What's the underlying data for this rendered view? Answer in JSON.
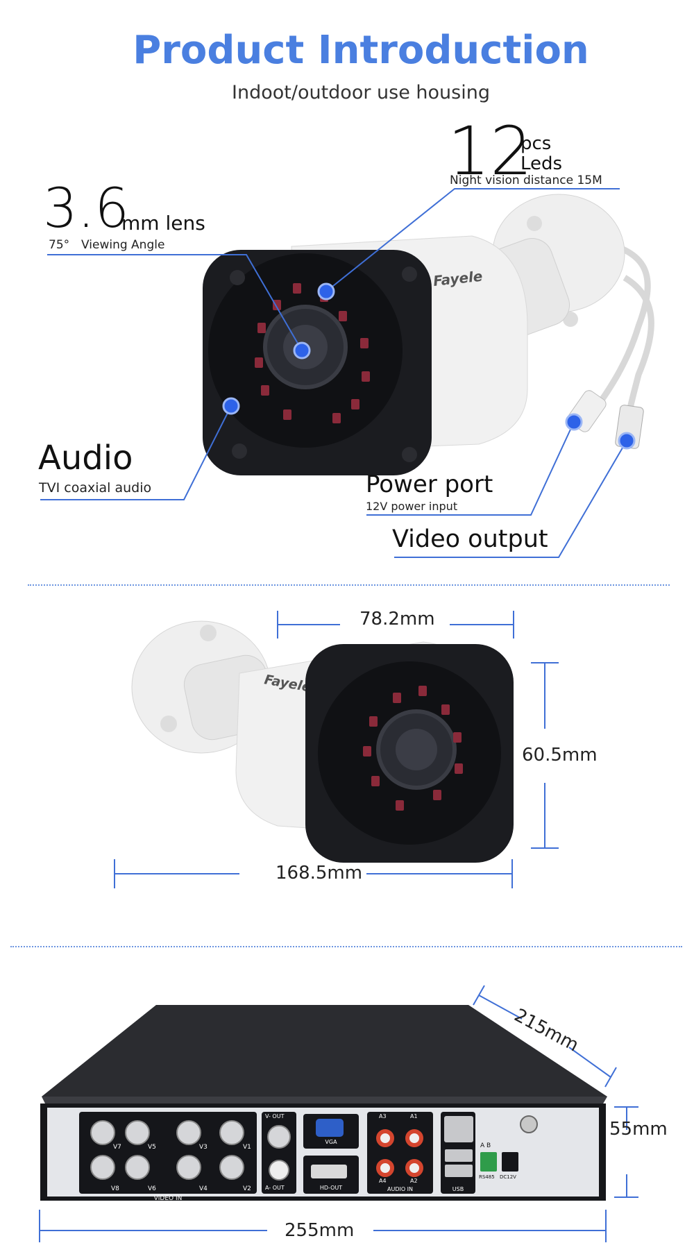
{
  "header": {
    "title": "Product Introduction",
    "subtitle": "Indoot/outdoor use housing"
  },
  "features": {
    "leds": {
      "count": "12",
      "unit_top": "pcs",
      "unit_bottom": "Leds",
      "detail": "Night vision distance 15M"
    },
    "lens": {
      "value": "3.6",
      "unit": "mm lens",
      "angle": "75°",
      "detail": "Viewing Angle"
    },
    "audio": {
      "title": "Audio",
      "detail": "TVI coaxial audio"
    },
    "power": {
      "title": "Power port",
      "detail": "12V power input"
    },
    "video": {
      "title": "Video output"
    }
  },
  "camera_brand": "Fayele",
  "dimensions": {
    "camera": {
      "width": "78.2mm",
      "height": "60.5mm",
      "length": "168.5mm"
    },
    "dvr": {
      "depth": "215mm",
      "height": "55mm",
      "width": "255mm"
    }
  },
  "dvr_panel": {
    "video_inputs_top": [
      "V7",
      "V5",
      "V3",
      "V1"
    ],
    "video_inputs_bottom": [
      "V8",
      "V6",
      "V4",
      "V2"
    ],
    "video_in_label": "VIDEO IN",
    "v_out": "V- OUT",
    "a_out": "A- OUT",
    "vga": "VGA",
    "hd_out": "HD-OUT",
    "audio_top": [
      "A3",
      "A1"
    ],
    "audio_bottom": [
      "A4",
      "A2"
    ],
    "audio_in_label": "AUDIO IN",
    "usb": "USB",
    "rs485_ab": "A  B",
    "rs485": "RS485",
    "dc12v": "DC12V"
  },
  "colors": {
    "accent": "#4a7fe0",
    "line": "#3f6fd6",
    "dot": "#2d62e8",
    "housing_dark": "#1b1c20",
    "housing_light": "#ececec"
  }
}
